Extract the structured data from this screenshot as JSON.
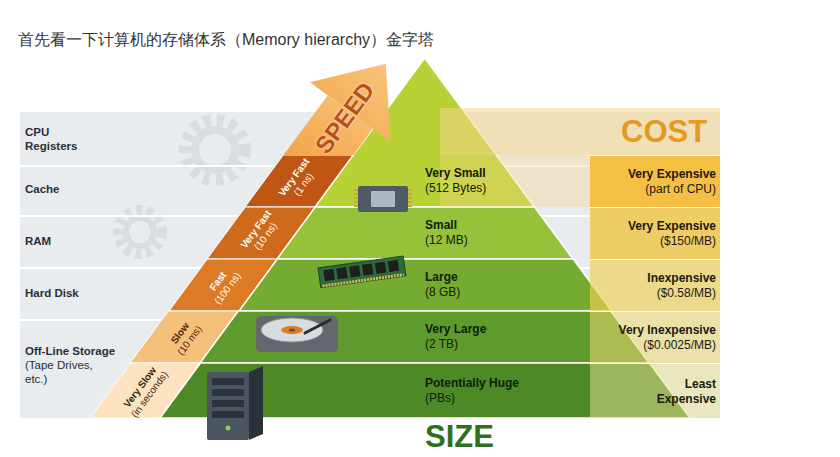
{
  "diagram": {
    "title": "首先看一下计算机的存储体系（Memory hierarchy）金字塔",
    "nodes": [
      {
        "text": [
          "Very Fast",
          "(1 ns)"
        ]
      },
      {
        "text": [
          "Very Fast",
          "(10 ns)"
        ]
      },
      {
        "text": [
          "Fast",
          "(100 ns)"
        ]
      },
      {
        "text": [
          "Slow",
          "(10 ms)"
        ]
      },
      {
        "text": [
          "Very Slow",
          "(in seconds)"
        ]
      },
      {
        "text": [
          "Very Small",
          "(512 Bytes)"
        ]
      },
      {
        "text": [
          "Small",
          "(12 MB)"
        ]
      },
      {
        "text": [
          "Large",
          "(8 GB)"
        ]
      },
      {
        "text": [
          "Very Large",
          "(2 TB)"
        ]
      },
      {
        "text": [
          "Potentially Huge",
          "(PBs)"
        ]
      },
      {
        "text": [
          "Very Expensive",
          "(part of CPU)"
        ]
      },
      {
        "text": [
          "Very Expensive",
          "($150/MB)"
        ]
      },
      {
        "text": [
          "Inexpensive",
          "($0.58/MB)"
        ]
      },
      {
        "text": [
          "Very Inexpensive",
          "($0.0025/MB)"
        ]
      },
      {
        "text": [
          "Least Expensive"
        ]
      }
    ],
    "labels": [
      "CPU Registers",
      "Cache",
      "RAM",
      "Hard Disk",
      "Off-Line Storage",
      "(Tape Drives, etc.)",
      "SPEED",
      "COST",
      "SIZE"
    ]
  }
}
